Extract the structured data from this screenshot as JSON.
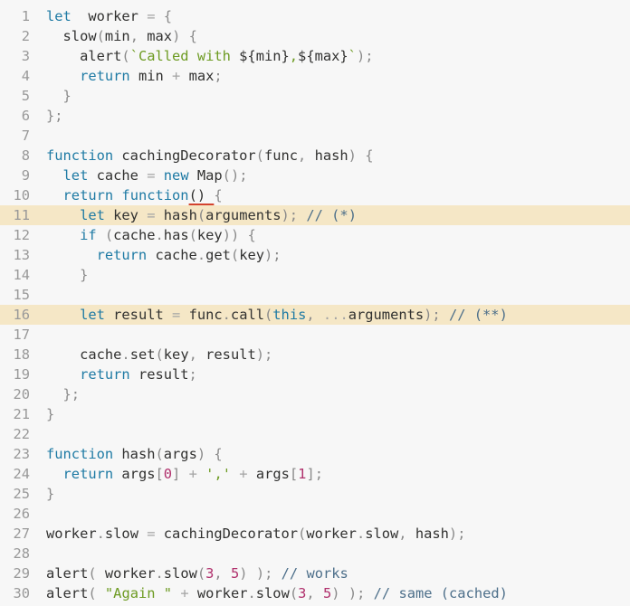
{
  "editor": {
    "lines": [
      {
        "n": "1",
        "hl": false,
        "t": [
          [
            "kw",
            "let"
          ],
          [
            "",
            "  worker "
          ],
          [
            "op",
            "="
          ],
          [
            "",
            " "
          ],
          [
            "pn",
            "{"
          ]
        ]
      },
      {
        "n": "2",
        "hl": false,
        "t": [
          [
            "",
            "  slow"
          ],
          [
            "pn",
            "("
          ],
          [
            "",
            "min"
          ],
          [
            "pn",
            ","
          ],
          [
            "",
            " max"
          ],
          [
            "pn",
            ")"
          ],
          [
            "",
            " "
          ],
          [
            "pn",
            "{"
          ]
        ]
      },
      {
        "n": "3",
        "hl": false,
        "t": [
          [
            "",
            "    alert"
          ],
          [
            "pn",
            "("
          ],
          [
            "str",
            "`Called with "
          ],
          [
            "",
            "${min}"
          ],
          [
            "str",
            ","
          ],
          [
            "",
            "${max}"
          ],
          [
            "str",
            "`"
          ],
          [
            "pn",
            ");"
          ]
        ]
      },
      {
        "n": "4",
        "hl": false,
        "t": [
          [
            "kw",
            "    return"
          ],
          [
            "",
            " min "
          ],
          [
            "op",
            "+"
          ],
          [
            "",
            " max"
          ],
          [
            "pn",
            ";"
          ]
        ]
      },
      {
        "n": "5",
        "hl": false,
        "t": [
          [
            "pn",
            "  }"
          ]
        ]
      },
      {
        "n": "6",
        "hl": false,
        "t": [
          [
            "pn",
            "};"
          ]
        ]
      },
      {
        "n": "7",
        "hl": false,
        "t": []
      },
      {
        "n": "8",
        "hl": false,
        "t": [
          [
            "kw",
            "function"
          ],
          [
            "",
            " cachingDecorator"
          ],
          [
            "pn",
            "("
          ],
          [
            "",
            "func"
          ],
          [
            "pn",
            ","
          ],
          [
            "",
            " hash"
          ],
          [
            "pn",
            ")"
          ],
          [
            "",
            " "
          ],
          [
            "pn",
            "{"
          ]
        ]
      },
      {
        "n": "9",
        "hl": false,
        "t": [
          [
            "kw",
            "  let"
          ],
          [
            "",
            " cache "
          ],
          [
            "op",
            "="
          ],
          [
            "",
            " "
          ],
          [
            "kw",
            "new"
          ],
          [
            "",
            " Map"
          ],
          [
            "pn",
            "();"
          ]
        ]
      },
      {
        "n": "10",
        "hl": false,
        "t": [
          [
            "kw",
            "  return"
          ],
          [
            "",
            " "
          ],
          [
            "kw",
            "function"
          ],
          [
            "squig",
            "() "
          ],
          [
            "pn",
            "{"
          ]
        ]
      },
      {
        "n": "11",
        "hl": true,
        "t": [
          [
            "kw",
            "    let"
          ],
          [
            "",
            " key "
          ],
          [
            "op",
            "="
          ],
          [
            "",
            " hash"
          ],
          [
            "pn",
            "("
          ],
          [
            "",
            "arguments"
          ],
          [
            "pn",
            ");"
          ],
          [
            "",
            " "
          ],
          [
            "cm",
            "// (*)"
          ]
        ]
      },
      {
        "n": "12",
        "hl": false,
        "t": [
          [
            "kw",
            "    if"
          ],
          [
            "",
            " "
          ],
          [
            "pn",
            "("
          ],
          [
            "",
            "cache"
          ],
          [
            "pn",
            "."
          ],
          [
            "",
            "has"
          ],
          [
            "pn",
            "("
          ],
          [
            "",
            "key"
          ],
          [
            "pn",
            "))"
          ],
          [
            "",
            " "
          ],
          [
            "pn",
            "{"
          ]
        ]
      },
      {
        "n": "13",
        "hl": false,
        "t": [
          [
            "kw",
            "      return"
          ],
          [
            "",
            " cache"
          ],
          [
            "pn",
            "."
          ],
          [
            "",
            "get"
          ],
          [
            "pn",
            "("
          ],
          [
            "",
            "key"
          ],
          [
            "pn",
            ");"
          ]
        ]
      },
      {
        "n": "14",
        "hl": false,
        "t": [
          [
            "pn",
            "    }"
          ]
        ]
      },
      {
        "n": "15",
        "hl": false,
        "t": []
      },
      {
        "n": "16",
        "hl": true,
        "t": [
          [
            "kw",
            "    let"
          ],
          [
            "",
            " result "
          ],
          [
            "op",
            "="
          ],
          [
            "",
            " func"
          ],
          [
            "pn",
            "."
          ],
          [
            "",
            "call"
          ],
          [
            "pn",
            "("
          ],
          [
            "kw",
            "this"
          ],
          [
            "pn",
            ","
          ],
          [
            "",
            " "
          ],
          [
            "op",
            "..."
          ],
          [
            "",
            "arguments"
          ],
          [
            "pn",
            ");"
          ],
          [
            "",
            " "
          ],
          [
            "cm",
            "// (**)"
          ]
        ]
      },
      {
        "n": "17",
        "hl": false,
        "t": []
      },
      {
        "n": "18",
        "hl": false,
        "t": [
          [
            "",
            "    cache"
          ],
          [
            "pn",
            "."
          ],
          [
            "",
            "set"
          ],
          [
            "pn",
            "("
          ],
          [
            "",
            "key"
          ],
          [
            "pn",
            ","
          ],
          [
            "",
            " result"
          ],
          [
            "pn",
            ");"
          ]
        ]
      },
      {
        "n": "19",
        "hl": false,
        "t": [
          [
            "kw",
            "    return"
          ],
          [
            "",
            " result"
          ],
          [
            "pn",
            ";"
          ]
        ]
      },
      {
        "n": "20",
        "hl": false,
        "t": [
          [
            "pn",
            "  };"
          ]
        ]
      },
      {
        "n": "21",
        "hl": false,
        "t": [
          [
            "pn",
            "}"
          ]
        ]
      },
      {
        "n": "22",
        "hl": false,
        "t": []
      },
      {
        "n": "23",
        "hl": false,
        "t": [
          [
            "kw",
            "function"
          ],
          [
            "",
            " hash"
          ],
          [
            "pn",
            "("
          ],
          [
            "",
            "args"
          ],
          [
            "pn",
            ")"
          ],
          [
            "",
            " "
          ],
          [
            "pn",
            "{"
          ]
        ]
      },
      {
        "n": "24",
        "hl": false,
        "t": [
          [
            "kw",
            "  return"
          ],
          [
            "",
            " args"
          ],
          [
            "pn",
            "["
          ],
          [
            "num",
            "0"
          ],
          [
            "pn",
            "]"
          ],
          [
            "",
            " "
          ],
          [
            "op",
            "+"
          ],
          [
            "",
            " "
          ],
          [
            "str",
            "','"
          ],
          [
            "",
            " "
          ],
          [
            "op",
            "+"
          ],
          [
            "",
            " args"
          ],
          [
            "pn",
            "["
          ],
          [
            "num",
            "1"
          ],
          [
            "pn",
            "];"
          ]
        ]
      },
      {
        "n": "25",
        "hl": false,
        "t": [
          [
            "pn",
            "}"
          ]
        ]
      },
      {
        "n": "26",
        "hl": false,
        "t": []
      },
      {
        "n": "27",
        "hl": false,
        "t": [
          [
            "",
            "worker"
          ],
          [
            "pn",
            "."
          ],
          [
            "",
            "slow "
          ],
          [
            "op",
            "="
          ],
          [
            "",
            " cachingDecorator"
          ],
          [
            "pn",
            "("
          ],
          [
            "",
            "worker"
          ],
          [
            "pn",
            "."
          ],
          [
            "",
            "slow"
          ],
          [
            "pn",
            ","
          ],
          [
            "",
            " hash"
          ],
          [
            "pn",
            ");"
          ]
        ]
      },
      {
        "n": "28",
        "hl": false,
        "t": []
      },
      {
        "n": "29",
        "hl": false,
        "t": [
          [
            "",
            "alert"
          ],
          [
            "pn",
            "("
          ],
          [
            "",
            " worker"
          ],
          [
            "pn",
            "."
          ],
          [
            "",
            "slow"
          ],
          [
            "pn",
            "("
          ],
          [
            "num",
            "3"
          ],
          [
            "pn",
            ","
          ],
          [
            "",
            " "
          ],
          [
            "num",
            "5"
          ],
          [
            "pn",
            ")"
          ],
          [
            "",
            " "
          ],
          [
            "pn",
            ");"
          ],
          [
            "",
            " "
          ],
          [
            "cm",
            "// works"
          ]
        ]
      },
      {
        "n": "30",
        "hl": false,
        "t": [
          [
            "",
            "alert"
          ],
          [
            "pn",
            "("
          ],
          [
            "",
            " "
          ],
          [
            "str",
            "\"Again \""
          ],
          [
            "",
            " "
          ],
          [
            "op",
            "+"
          ],
          [
            "",
            " worker"
          ],
          [
            "pn",
            "."
          ],
          [
            "",
            "slow"
          ],
          [
            "pn",
            "("
          ],
          [
            "num",
            "3"
          ],
          [
            "pn",
            ","
          ],
          [
            "",
            " "
          ],
          [
            "num",
            "5"
          ],
          [
            "pn",
            ")"
          ],
          [
            "",
            " "
          ],
          [
            "pn",
            ");"
          ],
          [
            "",
            " "
          ],
          [
            "cm",
            "// same (cached)"
          ]
        ]
      }
    ]
  }
}
